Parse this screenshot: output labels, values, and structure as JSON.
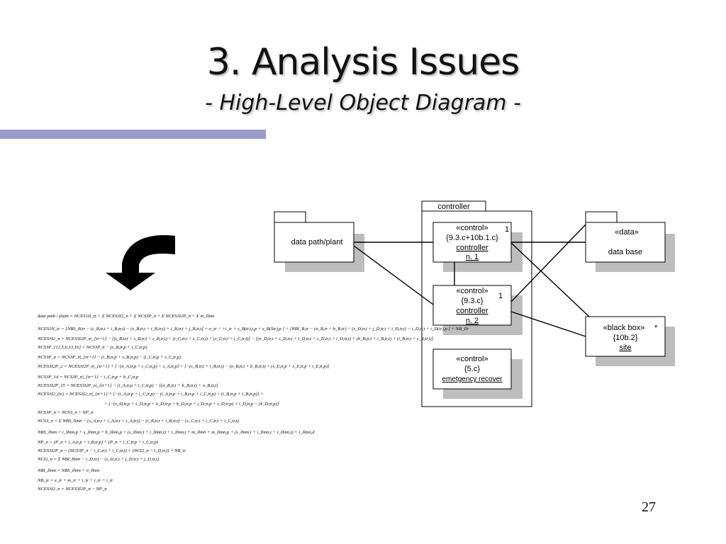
{
  "slide": {
    "title": "3. Analysis Issues",
    "subtitle": "- High-Level Object Diagram -",
    "page_number": "27",
    "accent_color": "#9999cc"
  },
  "diagram": {
    "controller_package": {
      "tab_label": "controller"
    },
    "data_path": {
      "label": "data path/plant"
    },
    "control1": {
      "stereotype": "«control»",
      "requirement": "{9.3.c+10b.1.c}",
      "name": "controller",
      "instance": "n. 1",
      "multiplicity": "1"
    },
    "control2": {
      "stereotype": "«control»",
      "requirement": "{9.3.c}",
      "name": "controller",
      "instance": "n. 2",
      "multiplicity": "1"
    },
    "control3": {
      "stereotype": "«control»",
      "requirement": "{5.c}",
      "name": "emetgency recover"
    },
    "data_base": {
      "stereotype": "«data»",
      "name": "data base"
    },
    "black_box": {
      "stereotype": "«black box»",
      "multiplicity": "*",
      "requirement": "{10b.2}",
      "name": "site"
    }
  },
  "arrow": {
    "icon": "curved-arrow-icon"
  },
  "equations": [
    "data path / plant = NCES1II_tr + Σ NCES3I2_n + Σ NCS3P_n + Σ NCES3I2P_n + Σ m_Ilmn",
    "NCES1II_tr = [NBS_B,tr − (s_B,tr,t + i_B,tr,t) − (s_B,tr,t + i_B,tr,t) + i_B,tr,t + j_B,tr,t] + σ_tr < +i_tr + s_B(tr),t,p + s_B(Str),p ] + [NBI_B,tr − (σ_B,tr + b_B,tr) − (s_D,tr,t + j_D,tr,t + i_D,tr,t) − i_D,tr,t + i_D(tr),p ] + NB_Ilr",
    "NCES3I2_n = NCES3I2P_n|_{tr+1} − [(i_B,tr,t + s_B,tr,t + s_B,tr,t) + (i_C,tr,t + s_C,tr,t) + (s_C,tr,t + i_C,tr,t)] − [(σ_D,tr,t + s_D,tr,t + i_D,tr,t + s_D,tr,t + i_D,tr,t) + (b_B,tr,t + i_B,tr,t) + (i_B,tr,t + s_B,tr,t)]",
    "NCS3P_{12,5,6,13,16} = NCS3P_n − (s_B,tr,p + i_C,tr,p)",
    "NCS3P_n = NCS3P_n|_{tr+1} − (i_B,tr,p + s_B,tr,p) − (i_C,tr,p + s_C,tr,p)",
    "NCES3I2P_2 = NCES3I2P_n|_{tr+1} + [−(σ_A,tr,p + i_C,tr,p) + s_A,tr,p] + [−(s_B,tr,t + i_B,tr,t) − (σ_B,tr,t + b_B,tr,t) + (s_E,tr,p + s_E,tr,p + i_E,tr,p)]",
    "NCS3P_14 = NCS3P_n|_{tr+1} − i_C,tr,p + b_C,tr,p",
    "NCES3I2P_15 = NCES3I2P_n|_{tr+1} − (i_A,tr,p + i_C,tr,p) − [(σ_B,tr,t + b_B,tr,t) + σ_B,tr,t]",
    "NCES3I2_(tr) = NCES3I2_n|_{tr+1} + [−(i_A,tr,p + i_C,tr,p) − (i_A,tr,p + i_B,tr,p + i_C,tr,p) + (i_B,tr,p + i_B,tr,p)] +",
    "+ [−(s_D,tr,p + s_D,tr,p + σ_D,tr,p + b_D,tr,p + i_D,tr,p + s_D,tr,p) + i_D,tr,p − (b_D,tr,p)]",
    "NCS3P_n = NCS3_n + NP_n",
    "NCS3_n = Σ NBS_Ilmn − (s_A,tr,t + i_A,tr,t + i_A,tr,t) − (i_B,tr,t + i_B,tr,t) − (s_C,tr,t + i_C,tr,t + i_C,tr,t)",
    "NBS_Ilmn = i_Ilmn,p + s_Ilmn,p + b_Ilmn,p + (s_Ilmn,t + i_Ilmn,t) + i_Ilmn,t + m_Ilmn + m_Ilmn,p + (s_Ilmn,t + i_Ilmn,t + i_Ilmn,t) + i_Ilmn,d",
    "NP_n = (P_n + i_A,tr,p + i_B,tr,p) + (P_n + i_C,tr,p + i_C,tr,p)",
    "NCES3I2P_n = (NCS3P_n − i_C,tr,t + i_C,tr,t) + (NCI2_n − i_D,tr,t) + NB_tr",
    "NCI2_n = Σ NBI_Ilmn − i_D,tr,t − (s_D,tr,t + j_D,tr,t + j_D,tr,t)",
    "NBI_Ilmn = NBS_Ilmn + σ_Ilmn",
    "NB_tr = e_tr + m_tr + i_tr + i_tr + i_tr",
    "NCES3I2_n = NCES3I2P_n − NP_n"
  ]
}
